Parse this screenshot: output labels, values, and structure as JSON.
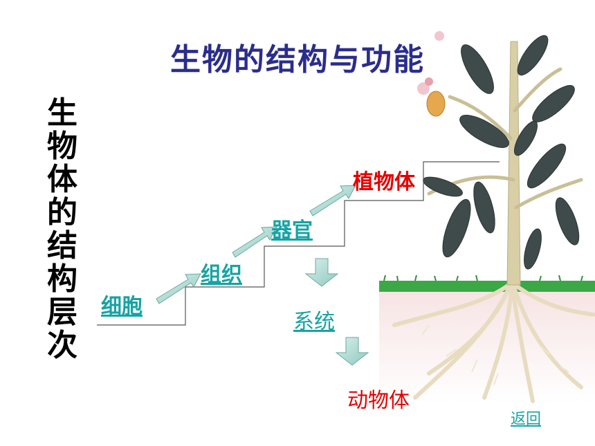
{
  "slide": {
    "title": "生物的结构与功能",
    "vertical_title": [
      "生",
      "物",
      "体",
      "的",
      "结",
      "构",
      "层",
      "次"
    ],
    "levels": {
      "cell": "细胞",
      "tissue": "组织",
      "organ": "器官",
      "plant": "植物体",
      "system": "系统",
      "animal": "动物体"
    },
    "back_link": "返回"
  },
  "colors": {
    "title": "#2b2d8c",
    "link": "#17a3a3",
    "highlight": "#e60000",
    "arrow_fill": "#a8d8d0",
    "grass": "#3aa845",
    "soil": "#f4dede"
  }
}
